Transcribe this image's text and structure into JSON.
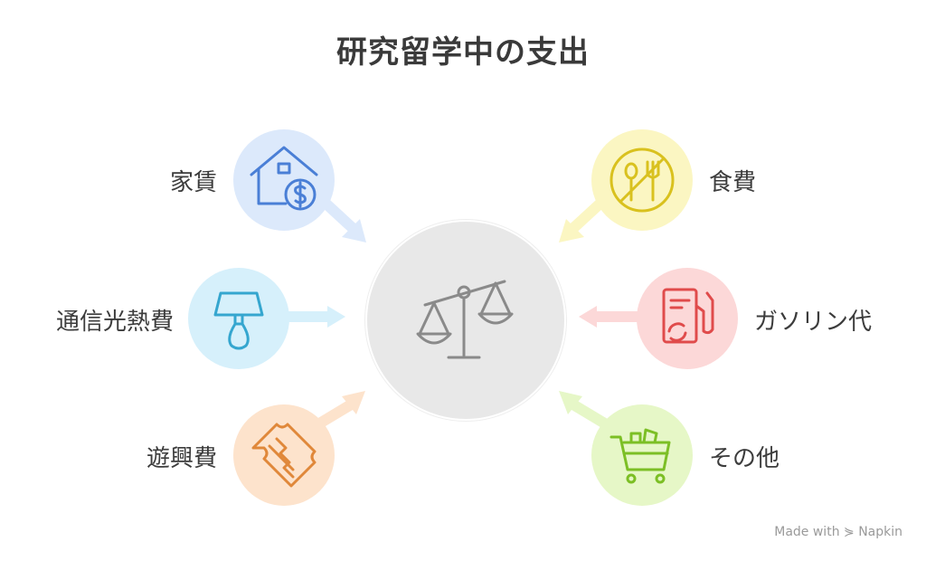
{
  "title": "研究留学中の支出",
  "items": [
    {
      "label": "家賃",
      "icon": "house-dollar-icon",
      "color": "#dce9fb",
      "stroke": "#4a7fd6"
    },
    {
      "label": "通信光熱費",
      "icon": "lamp-icon",
      "color": "#d6f0fb",
      "stroke": "#35a6cf"
    },
    {
      "label": "遊興費",
      "icon": "ticket-icon",
      "color": "#fde3cc",
      "stroke": "#e0883a"
    },
    {
      "label": "食費",
      "icon": "no-fork-spoon-icon",
      "color": "#fbf6c2",
      "stroke": "#d9c11e"
    },
    {
      "label": "ガソリン代",
      "icon": "fuel-pump-icon",
      "color": "#fcd8d8",
      "stroke": "#e04b4b"
    },
    {
      "label": "その他",
      "icon": "shopping-cart-icon",
      "color": "#e6f7c7",
      "stroke": "#7cbf25"
    }
  ],
  "center": {
    "icon": "balance-scale-icon",
    "color": "#e8e8e8"
  },
  "watermark": "Made with ⋟ Napkin"
}
